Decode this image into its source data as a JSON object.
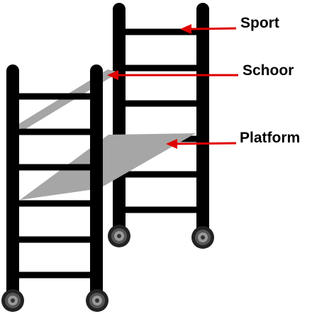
{
  "colors": {
    "ladder": "#000000",
    "platform_fill": "#a6a6a6",
    "arrow": "#e00000",
    "wheel_tire": "#222222",
    "wheel_hub": "#9a9a9a",
    "background": "#ffffff"
  },
  "labels": {
    "sport": "Sport",
    "schoor": "Schoor",
    "platform": "Platform"
  },
  "icons": {
    "wheel": "wheel-icon",
    "arrow": "arrow-icon"
  }
}
